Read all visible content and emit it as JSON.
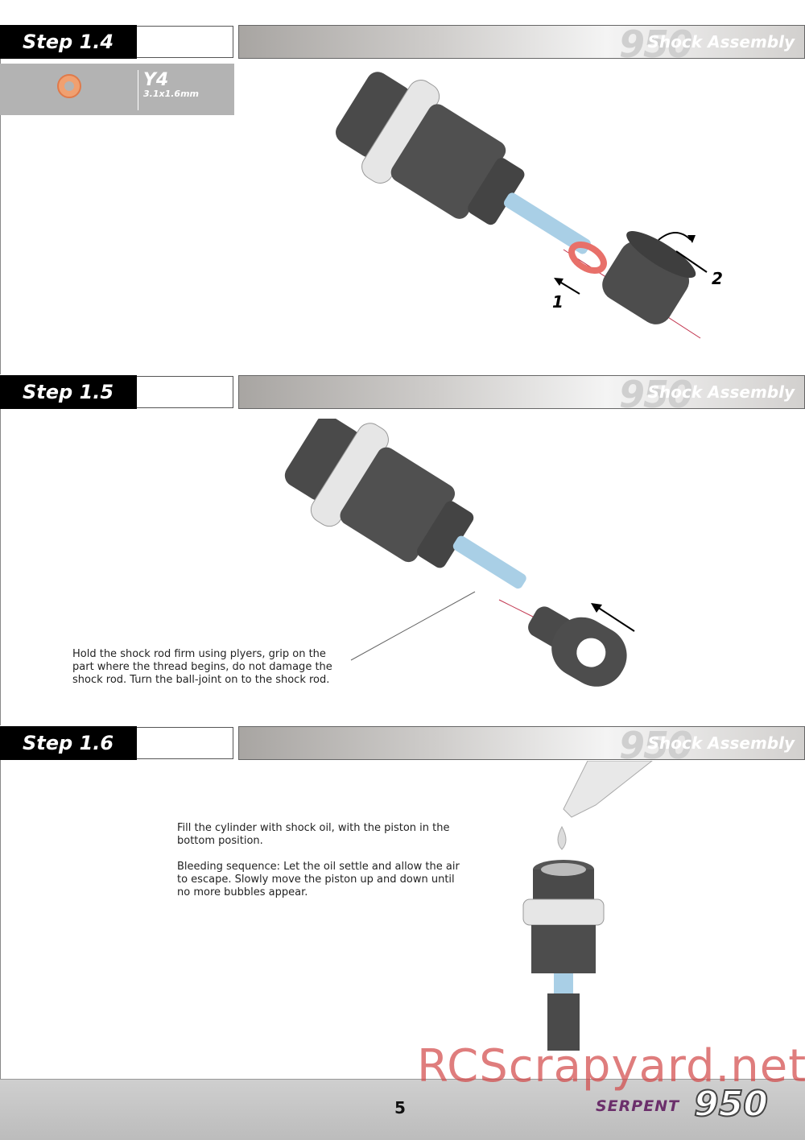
{
  "step1": {
    "label": "Step 1.4",
    "section_brand": "950",
    "section_title": "Shock Assembly",
    "part": {
      "code": "Y4",
      "size": "3.1x1.6mm"
    },
    "callouts": [
      "1",
      "2"
    ]
  },
  "step2": {
    "label": "Step 1.5",
    "section_brand": "950",
    "section_title": "Shock Assembly",
    "note": [
      "Hold the shock rod firm using plyers, grip on the",
      "part where the thread begins, do not damage the",
      "shock rod. Turn the ball-joint on to the shock rod."
    ]
  },
  "step3": {
    "label": "Step 1.6",
    "section_brand": "950",
    "section_title": "Shock Assembly",
    "note1": [
      "Fill the cylinder with shock oil, with the piston in the",
      "bottom position."
    ],
    "note2": [
      "Bleeding sequence: Let the oil settle and allow the air",
      "to escape. Slowly move the piston up and down until",
      "no more bubbles appear."
    ]
  },
  "footer": {
    "page": "5",
    "brand": "SERPENT",
    "model": "950",
    "watermark": "RCScrapyard.net"
  },
  "colors": {
    "oring": "#e8706a",
    "rod": "#a9cfe6",
    "part_dark": "#4a4a4a",
    "ring_light": "#e6e6e6"
  }
}
